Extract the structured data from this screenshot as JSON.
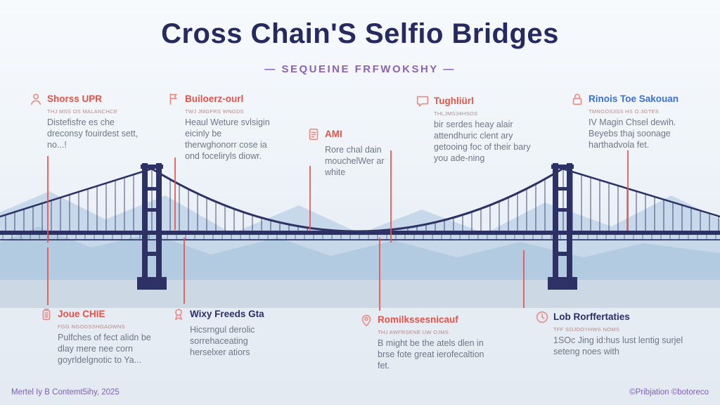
{
  "header": {
    "title": "Cross Chain'S Selfio Bridges",
    "subtitle": "— SEQUEINE FRFWOKSHY —"
  },
  "colors": {
    "accent_red": "#e2534a",
    "accent_blue": "#3b6fd4",
    "navy": "#2d3163",
    "purple": "#7e5fb5",
    "mountain_back": "#c6d8e9",
    "mountain_front": "#b2cbe0",
    "water": "#ccd8e4"
  },
  "top_annotations": [
    {
      "icon": "person-icon",
      "heading": "Shorss UPR",
      "heading_color": "red",
      "caption": "THJ MSS OS MALANCHCE",
      "body": "Distefisfre es che dreconsy fouirdest sett, no...!"
    },
    {
      "icon": "flag-icon",
      "heading": "Builoerz-ourl",
      "heading_color": "red",
      "caption": "TWJ JMGFRS WNGDS",
      "body": "Heaul Weture svlsigin eicinly be therwghonorr cose ia ond foceliryls diowr."
    },
    {
      "icon": "document-icon",
      "heading": "AMI",
      "heading_color": "red",
      "caption": "",
      "body": "Rore chal dain mouchelWer ar white"
    },
    {
      "icon": "chat-icon",
      "heading": "Tughliürl",
      "heading_color": "red",
      "caption": "THLJMS34HSOS",
      "body": "bir serdes heay alair attendhuric clent ary getooing foc of their bary you ade-ning"
    },
    {
      "icon": "lock-icon",
      "heading": "Rinois Toe Sakouan",
      "heading_color": "blue",
      "caption": "TMNGOS3SS HS O.3GTES",
      "body": "IV Magin Chsel dewih. Beyebs thaj soonage harthadvola fet."
    }
  ],
  "bottom_annotations": [
    {
      "icon": "jar-icon",
      "heading": "Joue CHIE",
      "heading_color": "red",
      "caption": "FGG NGOGSSHGAOWNS",
      "body": "Pulfches of fect alidn be dlay mere nee corn goyrldelgnotic to Ya..."
    },
    {
      "icon": "award-icon",
      "heading": "Wixy Freeds Gta",
      "heading_color": "navy",
      "caption": "",
      "body": "Hicsrngul derolic sorrehaceating herselxer atiors"
    },
    {
      "icon": "person-pin-icon",
      "heading": "Romilkssesnicauf",
      "heading_color": "red",
      "caption": "THJ AWFRSENE UW OJMS",
      "body": "B might be the atels dlen in brse fote great ierofecaltion fet."
    },
    {
      "icon": "clock-icon",
      "heading": "Lob Rorffertaties",
      "heading_color": "navy",
      "caption": "TFF SOJDOYHWS NOMS",
      "body": "1SOc Jing id:hus lust lentig surjel seteng noes with"
    }
  ],
  "footer": {
    "left": "Mertel Iy B Contemt5ihy, 2025",
    "right": "©Pribjation ©botoreco"
  }
}
